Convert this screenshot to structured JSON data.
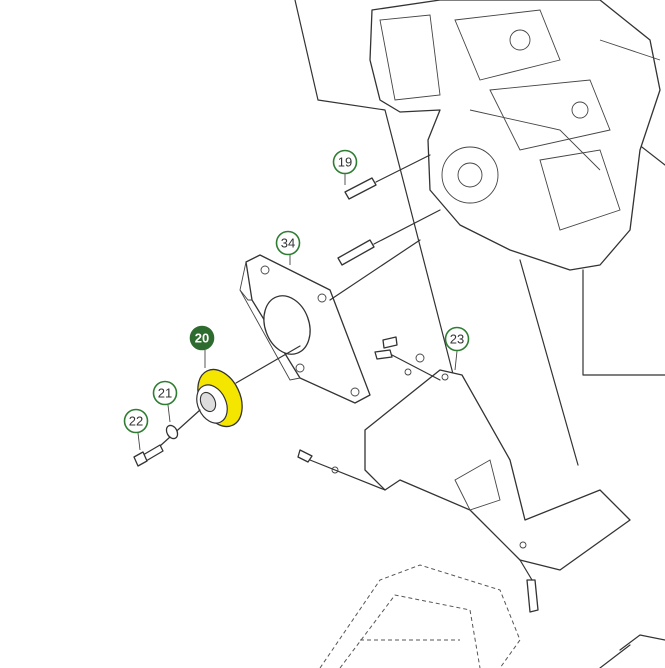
{
  "diagram": {
    "callouts": [
      {
        "id": "19",
        "label": "19",
        "selected": false
      },
      {
        "id": "34",
        "label": "34",
        "selected": false
      },
      {
        "id": "20",
        "label": "20",
        "selected": true
      },
      {
        "id": "21",
        "label": "21",
        "selected": false
      },
      {
        "id": "22",
        "label": "22",
        "selected": false
      },
      {
        "id": "23",
        "label": "23",
        "selected": false
      }
    ],
    "colors": {
      "callout_border": "#2e7d32",
      "selected_fill": "#2e6b2e",
      "highlight": "#f5e600"
    }
  }
}
